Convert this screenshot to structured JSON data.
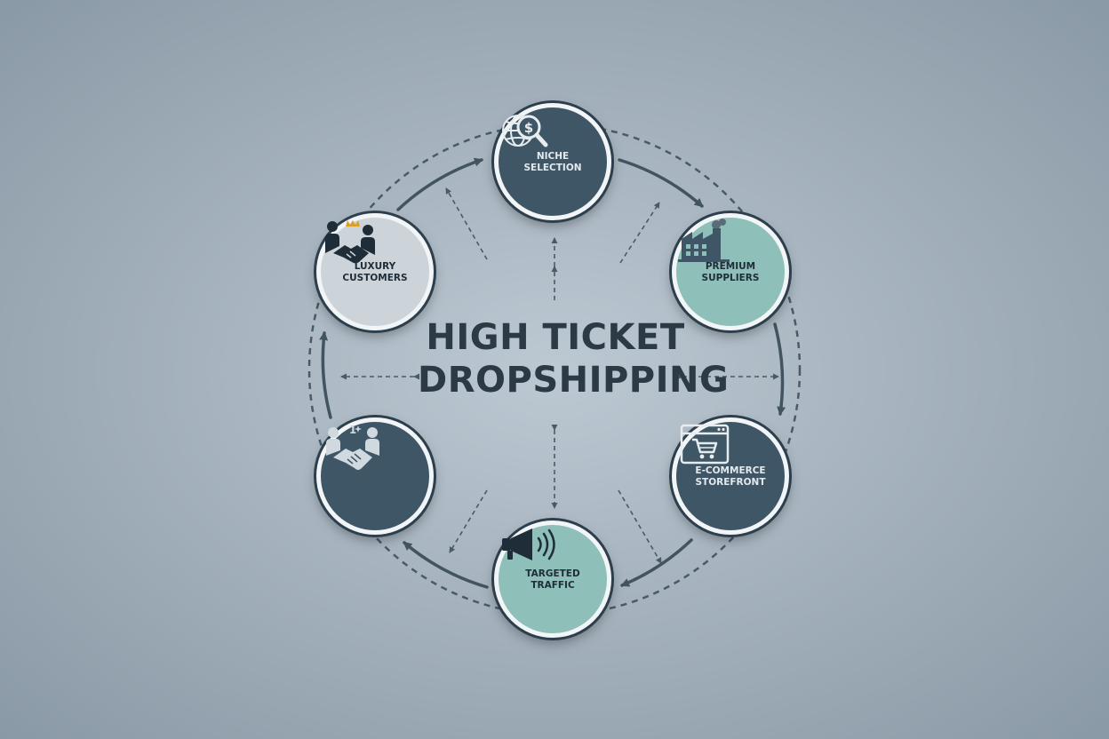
{
  "diagram": {
    "title_line1": "HIGH TICKET",
    "title_line2": "DROPSHIPPING",
    "nodes": [
      {
        "id": "niche",
        "label_line1": "NICHE",
        "label_line2": "SELECTION",
        "icon": "globe-dollar-magnifier-icon"
      },
      {
        "id": "suppliers",
        "label_line1": "PREMIUM",
        "label_line2": "SUPPLIERS",
        "icon": "factory-icon"
      },
      {
        "id": "storefront",
        "label_line1": "E-COMMERCE",
        "label_line2": "STOREFRONT",
        "icon": "browser-cart-icon"
      },
      {
        "id": "traffic",
        "label_line1": "TARGETED",
        "label_line2": "TRAFFIC",
        "icon": "megaphone-icon"
      },
      {
        "id": "handshake",
        "label_line1": "",
        "label_line2": "",
        "icon": "handshake-people-icon"
      },
      {
        "id": "luxury",
        "label_line1": "LUXURY",
        "label_line2": "CUSTOMERS",
        "icon": "handshake-crown-icon"
      }
    ],
    "colors": {
      "dark": "#3f5666",
      "teal": "#8fbfb9",
      "light": "#ccd4da",
      "line": "#42545f",
      "crown": "#d9a227"
    }
  }
}
